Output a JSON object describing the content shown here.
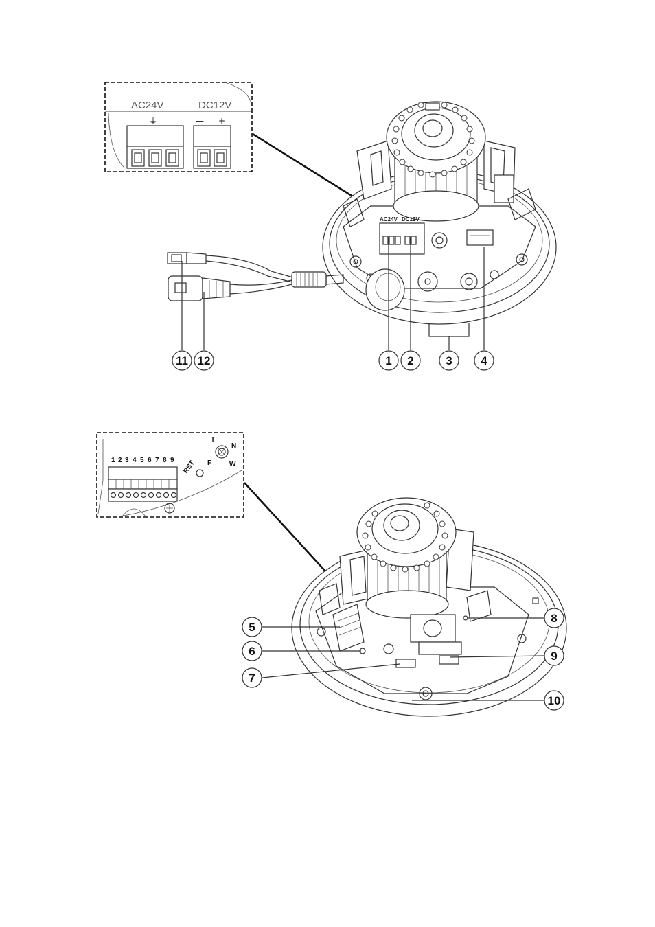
{
  "figure1": {
    "inset": {
      "ac_label": "AC24V",
      "dc_label": "DC12V",
      "ground_symbol": "⏚",
      "minus_symbol": "—",
      "plus_symbol": "+"
    },
    "board_ac_label": "AC24V",
    "board_dc_label": "DC12V",
    "callouts": [
      "1",
      "2",
      "3",
      "4",
      "11",
      "12"
    ]
  },
  "figure2": {
    "inset": {
      "pin_numbers": [
        "1",
        "2",
        "3",
        "4",
        "5",
        "6",
        "7",
        "8",
        "9"
      ],
      "rst_label": "RST",
      "t_label": "T",
      "n_label": "N",
      "f_label": "F",
      "w_label": "W"
    },
    "callouts": [
      "5",
      "6",
      "7",
      "8",
      "9",
      "10"
    ]
  }
}
